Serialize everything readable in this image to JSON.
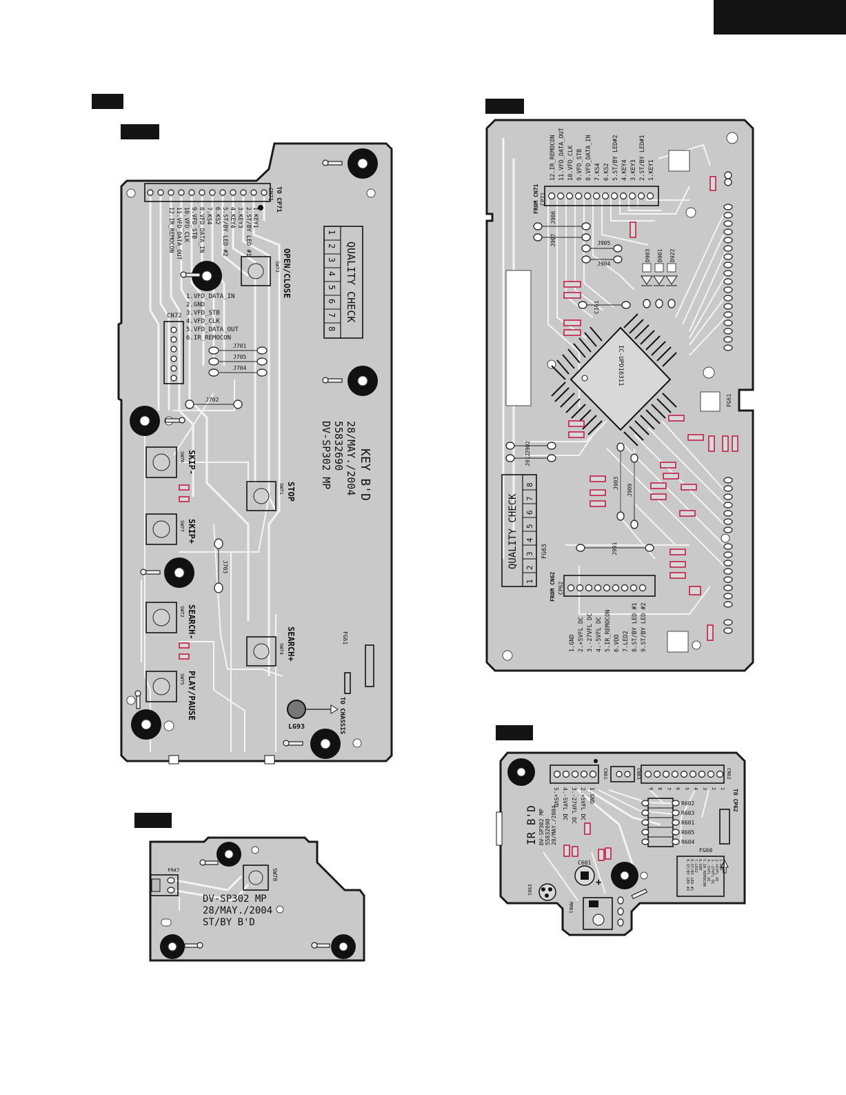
{
  "page_tabs": {
    "top_right": "",
    "left_section": "",
    "left_sub": "",
    "fl_board": "",
    "standby_board": "",
    "ir_board": ""
  },
  "key_board": {
    "board_name": "KEY B'D",
    "model": "DV-SP302 MP",
    "part_number": "55832690",
    "date": "28/MAY./2004",
    "connector_to": "TO CP71",
    "connector_id": "CN71",
    "cn71_pins": [
      "1.KEY1",
      "2.ST/BY LED #1",
      "3.KEY3",
      "4.KEY4",
      "5.ST/BY LED #2",
      "6.KS2",
      "7.KS4",
      "8.VFD_DATA_IN",
      "9.VFD_STB",
      "10.VFD_CLK",
      "11.VFD_DATA_OUT",
      "12.IR_REMOCON"
    ],
    "cn72_label": "CN72",
    "cn72_pins": [
      "1.VFD_DATA_IN",
      "2.GND",
      "3.VFD_STB",
      "4.VFD_CLK",
      "5.VFD_DATA_OUT",
      "6.IR_REMOCON"
    ],
    "switches": [
      {
        "name": "OPEN/CLOSE",
        "ref": "SW73"
      },
      {
        "name": "SKIP-",
        "ref": "SW76"
      },
      {
        "name": "SKIP+",
        "ref": "SW77"
      },
      {
        "name": "STOP",
        "ref": "SW71"
      },
      {
        "name": "SEARCH-",
        "ref": "SW72"
      },
      {
        "name": "SEARCH+",
        "ref": "SW74"
      },
      {
        "name": "PLAY/PAUSE",
        "ref": "SW75"
      }
    ],
    "jumpers": [
      "J701",
      "J705",
      "J704",
      "J702",
      "J703"
    ],
    "quality_check_title": "QUALITY CHECK",
    "quality_check_cells": [
      "1",
      "2",
      "3",
      "4",
      "5",
      "6",
      "7",
      "8"
    ],
    "fg_label": "FG61",
    "chassis_label": "TO CHASSIS",
    "lg_label": "LG93"
  },
  "fl_board": {
    "from_cn71": "FROM CN71",
    "cp71": "CP71",
    "cp71_pins": [
      "12.IR_REMOCON",
      "11.VFD_DATA_OUT",
      "10.VFD_CLK",
      "9.VFD_STB",
      "8.VFD_DATA_IN",
      "7.KS4",
      "6.KS2",
      "5.ST/BY LED#2",
      "4.KEY4",
      "3.KEY3",
      "2.ST/BY LED#1",
      "1.KEY1"
    ],
    "jumpers": [
      "J906",
      "J907",
      "J905",
      "J904",
      "J902",
      "J912",
      "J903",
      "J909",
      "J901"
    ],
    "diodes": [
      "D903",
      "D901",
      "D922"
    ],
    "ic_label": "IC-UPD16311",
    "cap_label": "C161",
    "fg_label": "FG61",
    "quality_check_title": "QUALITY CHECK",
    "quality_check_cells": [
      "1",
      "2",
      "3",
      "4",
      "5",
      "6",
      "7",
      "8"
    ],
    "fg63": "FG63",
    "from_cn62": "FROM CN62",
    "cp62": "CP62",
    "cp62_pins": [
      "1.GND",
      "2.+5VFL DC",
      "3.-27VFL DC",
      "4.-5VFL DC",
      "5.IR_REMOCON",
      "6.VDD",
      "7.LED2",
      "8.ST/BY LED #1",
      "9.ST/BY LED #2"
    ]
  },
  "standby_board": {
    "model": "DV-SP302 MP",
    "date": "28/MAY./2004",
    "name": "ST/BY B'D",
    "cp_label": "CP64",
    "sw_label": "SW78"
  },
  "ir_board": {
    "name": "IR B'D",
    "model": "DV-SP302 MP",
    "part_number": "55832690",
    "date": "28/MAY./2004",
    "cn61_label": "CN61",
    "cn61_pins": [
      "1.GND",
      "2.+5VFL DC",
      "3.-27VFL DC",
      "4.-5VFL DC",
      "5.+5VD"
    ],
    "cn63_label": "CN63",
    "cn62_label": "CN62",
    "cn62_to": "TO CP62",
    "cn62_pin_numbers": [
      "9",
      "8",
      "7",
      "6",
      "5",
      "4",
      "3",
      "2",
      "1"
    ],
    "resistors": [
      "R602",
      "R603",
      "R601",
      "R605",
      "R604"
    ],
    "fg_label": "FG60",
    "cap_label": "C601",
    "ir_label": "I901",
    "rm_label": "RM61",
    "pin_legend": [
      "1.GND",
      "2.+5VFL DC",
      "3.-27VFL DC",
      "4.-5VFL DC",
      "5.IR_REMOCON",
      "6.VDD",
      "7.LED2",
      "8.ST/BY LED #1",
      "9.ST/BY LED #2"
    ]
  }
}
